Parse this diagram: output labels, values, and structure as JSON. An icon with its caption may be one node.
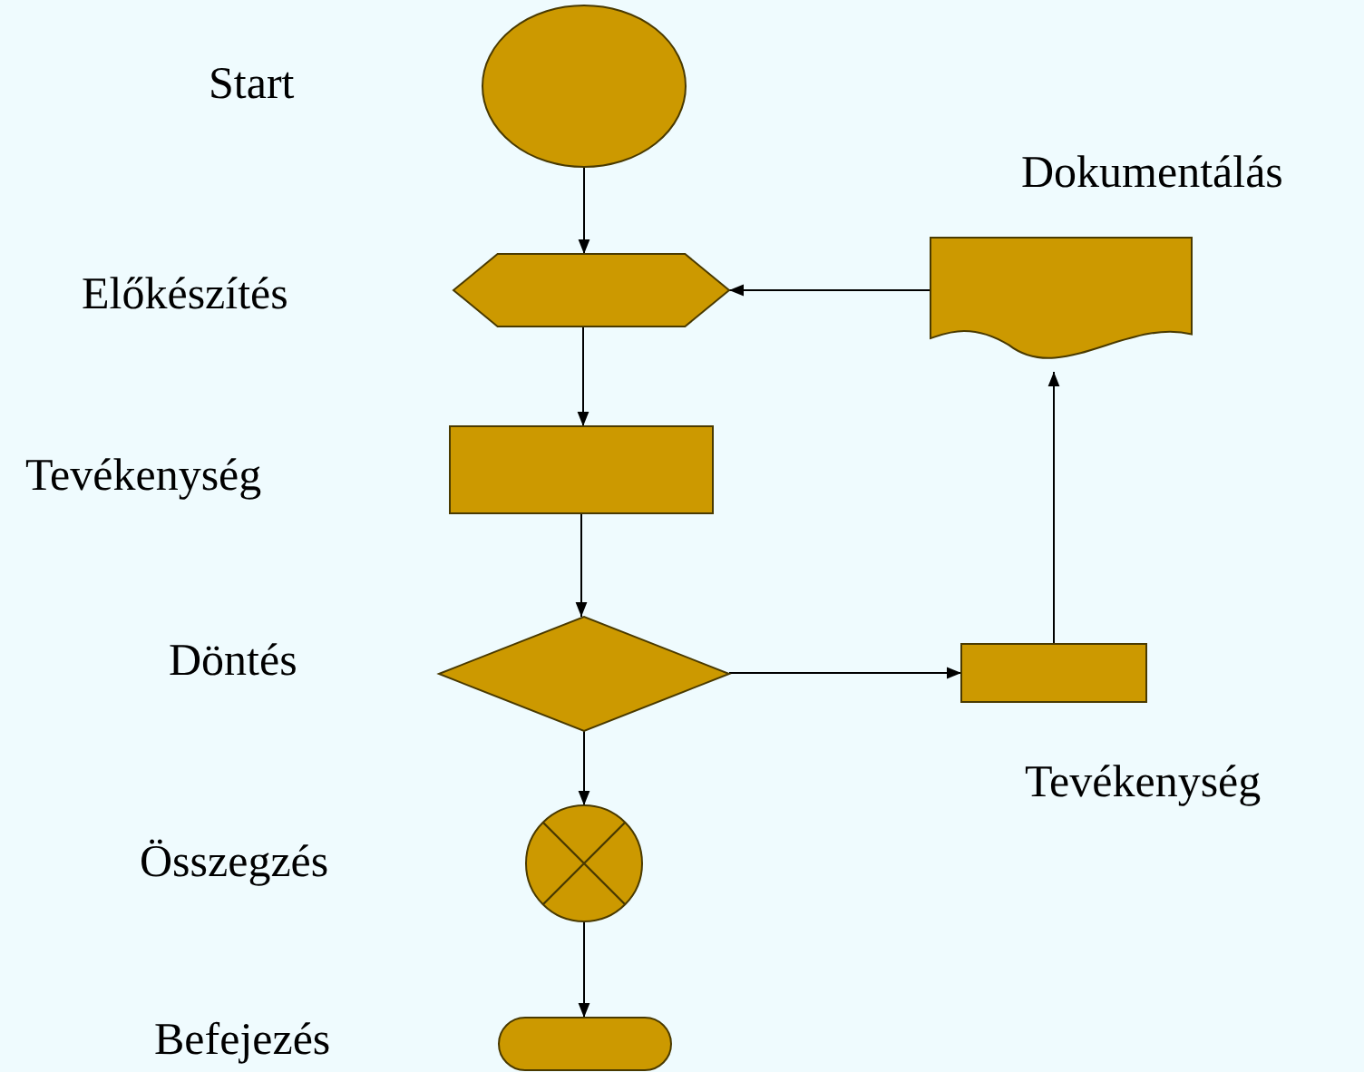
{
  "diagram": {
    "nodes": [
      {
        "text": [],
        "shape": "ellipse"
      },
      {
        "text": [],
        "shape": "hexagon",
        "beside": [
          "Előkészítés"
        ]
      },
      {
        "text": [],
        "shape": "box"
      },
      {
        "text": [],
        "shape": "diamond",
        "beside": [
          "Döntés"
        ]
      },
      {
        "text": [],
        "shape": "circle"
      },
      {
        "text": [],
        "shape": "terminator",
        "beside": [
          "Befejezés"
        ]
      },
      {
        "text": [],
        "shape": "box",
        "beside": [
          "Tevékenység"
        ]
      },
      {
        "text": [],
        "shape": "document",
        "beside": [
          "Dokumentálás"
        ]
      }
    ],
    "edges": [
      {
        "from": 0,
        "to": 1,
        "arrow": "to"
      },
      {
        "from": 1,
        "to": 2,
        "arrow": "to"
      },
      {
        "from": 2,
        "to": 3,
        "arrow": "to"
      },
      {
        "from": 3,
        "to": 4,
        "arrow": "to"
      },
      {
        "from": 4,
        "to": 5,
        "arrow": "to"
      },
      {
        "from": 3,
        "to": 6,
        "arrow": "to"
      },
      {
        "from": 6,
        "to": 7,
        "arrow": "to"
      },
      {
        "from": 7,
        "to": 1,
        "arrow": "to"
      }
    ],
    "labels": [
      "Start",
      "Tevékenység",
      "Összegzés"
    ]
  }
}
